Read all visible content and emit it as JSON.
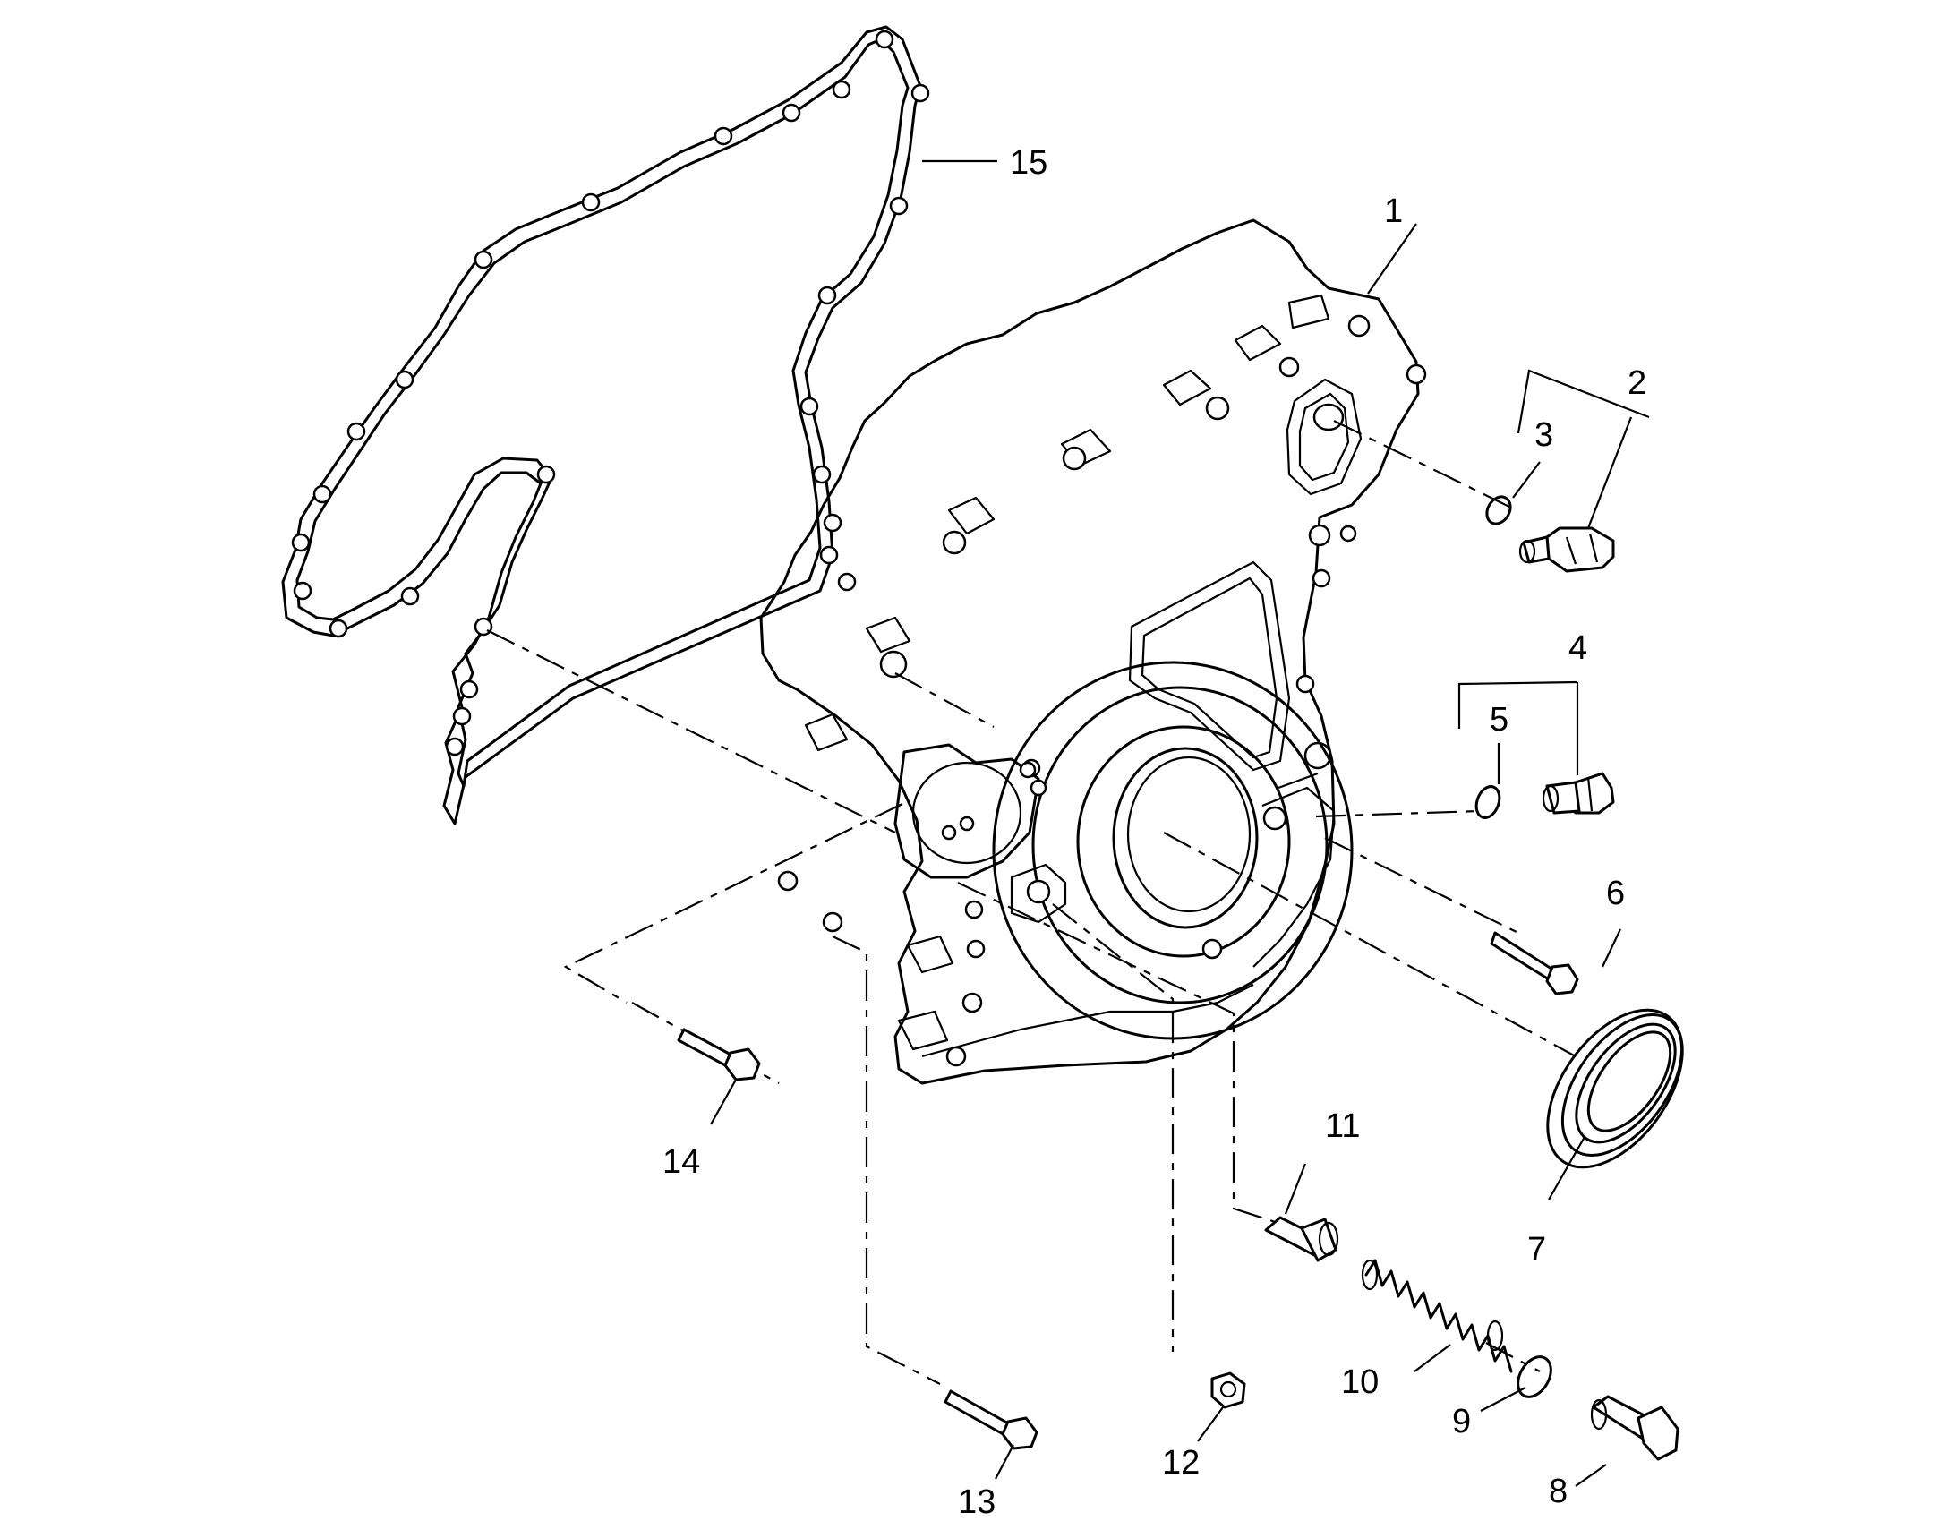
{
  "diagram": {
    "callouts": [
      {
        "id": "1",
        "label": "1"
      },
      {
        "id": "2",
        "label": "2"
      },
      {
        "id": "3",
        "label": "3"
      },
      {
        "id": "4",
        "label": "4"
      },
      {
        "id": "5",
        "label": "5"
      },
      {
        "id": "6",
        "label": "6"
      },
      {
        "id": "7",
        "label": "7"
      },
      {
        "id": "8",
        "label": "8"
      },
      {
        "id": "9",
        "label": "9"
      },
      {
        "id": "10",
        "label": "10"
      },
      {
        "id": "11",
        "label": "11"
      },
      {
        "id": "12",
        "label": "12"
      },
      {
        "id": "13",
        "label": "13"
      },
      {
        "id": "14",
        "label": "14"
      },
      {
        "id": "15",
        "label": "15"
      }
    ],
    "line_color": "#000000",
    "background": "#ffffff"
  }
}
